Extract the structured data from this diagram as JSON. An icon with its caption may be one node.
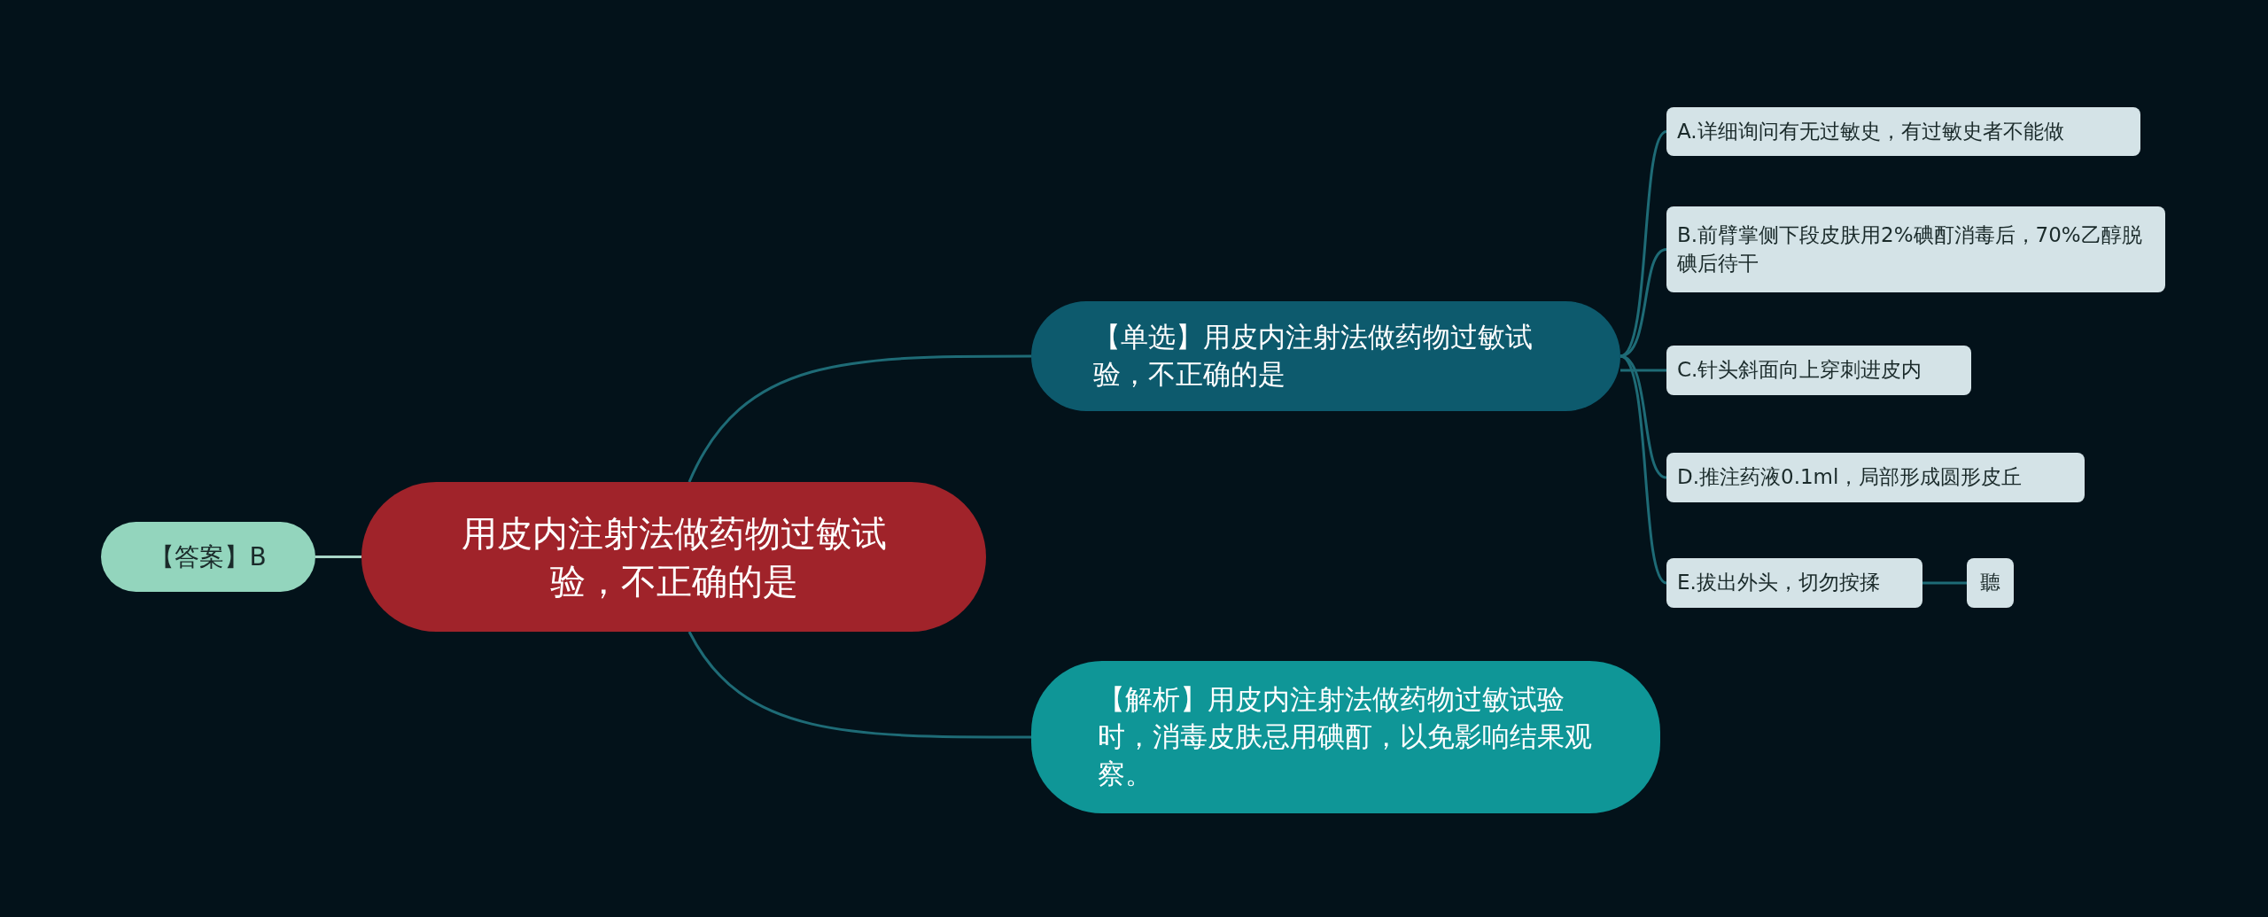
{
  "diagram": {
    "nodes": [
      {
        "text": [
          "用皮内注射法做药物过敏试验，不正确的是"
        ]
      },
      {
        "text": [
          "【答案】B"
        ]
      },
      {
        "text": [
          "【单选】用皮内注射法做药物过敏试验，不正确的是"
        ]
      },
      {
        "text": [
          "【解析】用皮内注射法做药物过敏试验时，消毒皮肤忌用碘酊，以免影响结果观察。"
        ]
      },
      {
        "text": [
          "A.详细询问有无过敏史，有过敏史者不能做"
        ]
      },
      {
        "text": [
          "B.前臂掌侧下段皮肤用2%碘酊消毒后，70%乙醇脱碘后待干"
        ]
      },
      {
        "text": [
          "C.针头斜面向上穿刺进皮内"
        ]
      },
      {
        "text": [
          "D.推注药液0.1ml，局部形成圆形皮丘"
        ]
      },
      {
        "text": [
          "E.拔出外头，切勿按揉"
        ]
      },
      {
        "text": [
          "聽"
        ]
      }
    ],
    "edges": [
      {
        "from": 0,
        "to": 1,
        "arrow": "none",
        "color": "#a9d6c8"
      },
      {
        "from": 0,
        "to": 2,
        "arrow": "none"
      },
      {
        "from": 0,
        "to": 3,
        "arrow": "none"
      },
      {
        "from": 2,
        "to": 4,
        "arrow": "none"
      },
      {
        "from": 2,
        "to": 5,
        "arrow": "none"
      },
      {
        "from": 2,
        "to": 6,
        "arrow": "none"
      },
      {
        "from": 2,
        "to": 7,
        "arrow": "none"
      },
      {
        "from": 2,
        "to": 8,
        "arrow": "none"
      },
      {
        "from": 8,
        "to": 9,
        "arrow": "none"
      }
    ]
  }
}
